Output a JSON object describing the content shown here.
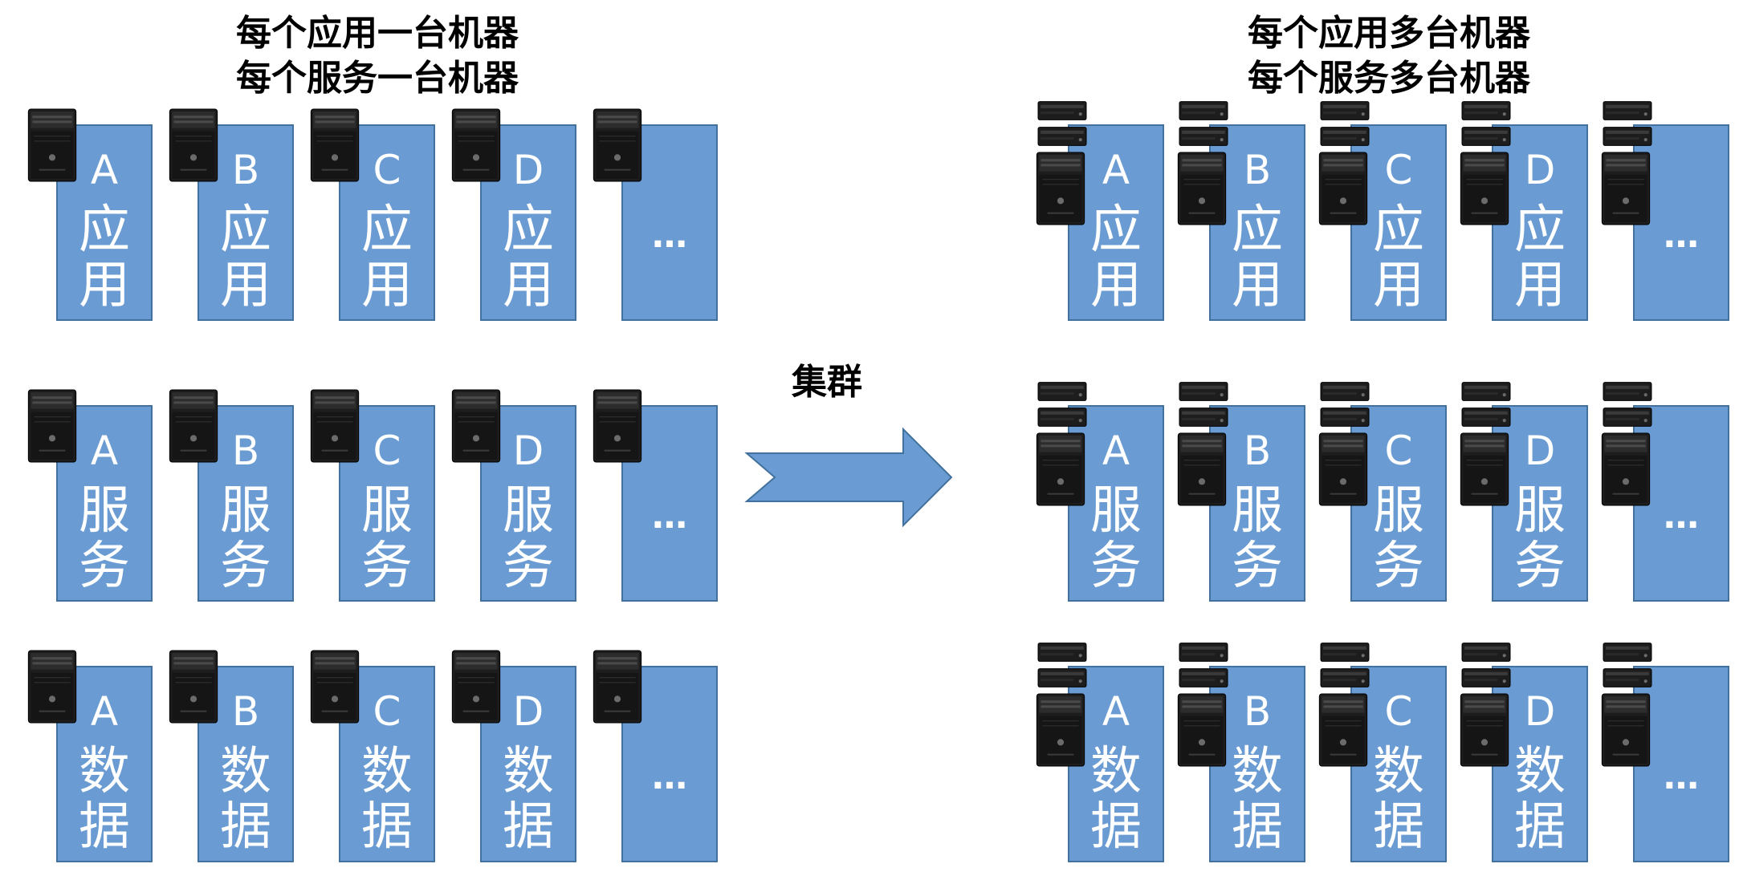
{
  "left": {
    "title_line1": "每个应用一台机器",
    "title_line2": "每个服务一台机器"
  },
  "right": {
    "title_line1": "每个应用多台机器",
    "title_line2": "每个服务多台机器"
  },
  "arrow_label": "集群",
  "columns": [
    "A",
    "B",
    "C",
    "D",
    "…"
  ],
  "rows": [
    {
      "chars": [
        "应",
        "用"
      ]
    },
    {
      "chars": [
        "服",
        "务"
      ]
    },
    {
      "chars": [
        "数",
        "据"
      ]
    }
  ],
  "colors": {
    "block_fill": "#6a9bd2",
    "block_border": "#41719c",
    "block_text": "#ffffff",
    "server_body": "#1d1d1d"
  },
  "icons": {
    "single_machine": "tower-server-icon",
    "machine_cluster": "server-stack-icon",
    "arrow": "right-arrow"
  }
}
